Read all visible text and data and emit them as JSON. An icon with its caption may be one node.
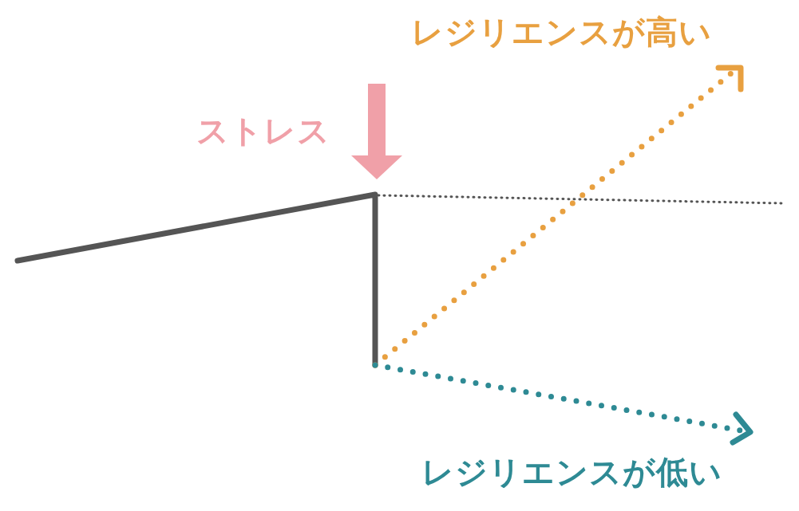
{
  "diagram": {
    "labels": [
      "レジリエンスが高い",
      "ストレス",
      "レジリエンスが低い"
    ]
  }
}
